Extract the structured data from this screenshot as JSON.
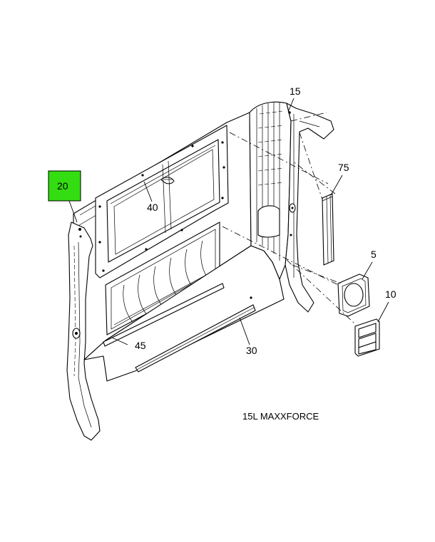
{
  "colors": {
    "highlight": "#33dd11",
    "line": "#000000",
    "background": "#ffffff"
  },
  "callouts": {
    "c20": "20",
    "c15": "15",
    "c75": "75",
    "c40": "40",
    "c5": "5",
    "c10": "10",
    "c45": "45",
    "c30": "30"
  },
  "caption": "15L MAXXFORCE"
}
